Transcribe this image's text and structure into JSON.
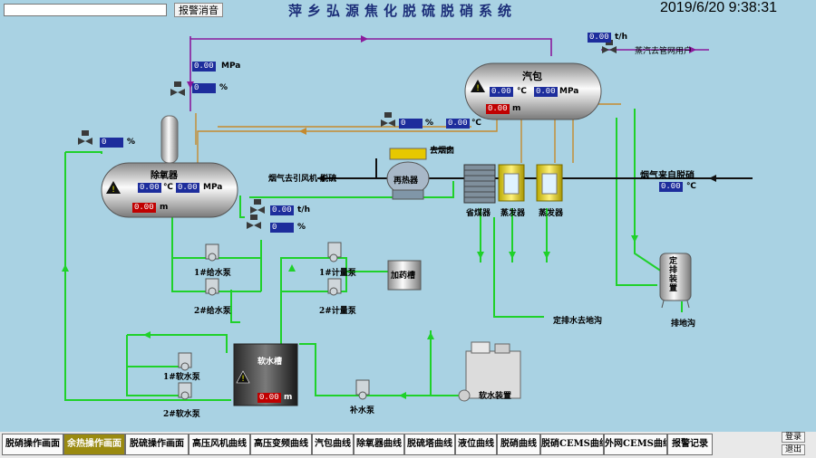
{
  "header": {
    "alarm_button": "报警消音",
    "title": "萍乡弘源焦化脱硫脱硝系统",
    "datetime": "2019/6/20 9:38:31"
  },
  "labels": {
    "steam_to_users": "蒸汽去管网用户",
    "drum": "汽包",
    "deaerator": "除氧器",
    "to_chimney": "去烟囱",
    "reheater": "再热器",
    "flue_to_fan": "烟气去引风机 脱硫",
    "flue_from_denox": "烟气来自脱硝",
    "economizer": "省煤器",
    "evaporator1": "蒸发器",
    "evaporator2": "蒸发器",
    "feed_pump1": "1#给水泵",
    "feed_pump2": "2#给水泵",
    "meter_pump1": "1#计量泵",
    "meter_pump2": "2#计量泵",
    "dosing_tank": "加药槽",
    "soft_tank": "软水槽",
    "soft_pump1": "1#软水泵",
    "soft_pump2": "2#软水泵",
    "makeup_pump": "补水泵",
    "softener": "软水装置",
    "blowdown_to_trench": "定排水去地沟",
    "blowdown_device": "定排装置",
    "drain_trench": "排地沟"
  },
  "readouts": {
    "steam_flow": {
      "value": "0.00",
      "unit": "t/h"
    },
    "drum_temp": {
      "value": "0.00",
      "unit": "℃"
    },
    "drum_pressure": {
      "value": "0.00",
      "unit": "MPa"
    },
    "drum_level": {
      "value": "0.00",
      "unit": "m"
    },
    "deaerator_steam_pressure": {
      "value": "0.00",
      "unit": "MPa"
    },
    "deaerator_valve_open": {
      "value": "0",
      "unit": "%"
    },
    "drum_valve_open": {
      "value": "0",
      "unit": "%"
    },
    "drum_inlet_temp": {
      "value": "0.00",
      "unit": "℃"
    },
    "deaerator_inlet_valve": {
      "value": "0",
      "unit": "%"
    },
    "deaerator_temp": {
      "value": "0.00",
      "unit": "℃"
    },
    "deaerator_pressure": {
      "value": "0.00",
      "unit": "MPa"
    },
    "deaerator_level": {
      "value": "0.00",
      "unit": "m"
    },
    "feed_flow": {
      "value": "0.00",
      "unit": "t/h"
    },
    "feed_valve_open": {
      "value": "0",
      "unit": "%"
    },
    "flue_gas_temp": {
      "value": "0.00",
      "unit": "℃"
    },
    "soft_tank_level": {
      "value": "0.00",
      "unit": "m"
    }
  },
  "nav": [
    "脱硝操作画面",
    "余热操作画面",
    "脱硫操作画面",
    "高压风机曲线",
    "高压变频曲线",
    "汽包曲线",
    "除氧器曲线",
    "脱硫塔曲线",
    "液位曲线",
    "脱硝曲线",
    "脱硝CEMS曲线",
    "外网CEMS曲线",
    "报警记录"
  ],
  "nav_active": 1,
  "side": {
    "login": "登录",
    "exit": "退出"
  }
}
